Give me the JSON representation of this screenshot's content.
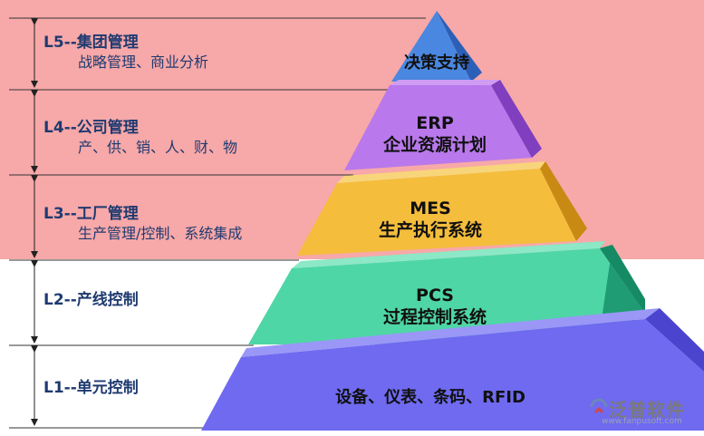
{
  "levels": [
    {
      "title": "L5--集团管理",
      "sub": "战略管理、商业分析"
    },
    {
      "title": "L4--公司管理",
      "sub": "产、供、销、人、财、物"
    },
    {
      "title": "L3--工厂管理",
      "sub": "生产管理/控制、系统集成"
    },
    {
      "title": "L2--产线控制",
      "sub": ""
    },
    {
      "title": "L1--单元控制",
      "sub": ""
    }
  ],
  "pyramid": [
    {
      "line1": "决策支持",
      "line2": "",
      "color": "#4a87e0"
    },
    {
      "line1": "ERP",
      "line2": "企业资源计划",
      "color": "#b46ee8"
    },
    {
      "line1": "MES",
      "line2": "生产执行系统",
      "color": "#f4bd3c"
    },
    {
      "line1": "PCS",
      "line2": "过程控制系统",
      "color": "#4fd6a6"
    },
    {
      "line1": "设备、仪表、条码、RFID",
      "line2": "",
      "color": "#6f6af0"
    }
  ],
  "logo": {
    "brand": "泛普软件",
    "url": "www.fanpusoft.com"
  },
  "colors": {
    "upper_band": "#f7a8a8",
    "text": "#1f3a70"
  }
}
